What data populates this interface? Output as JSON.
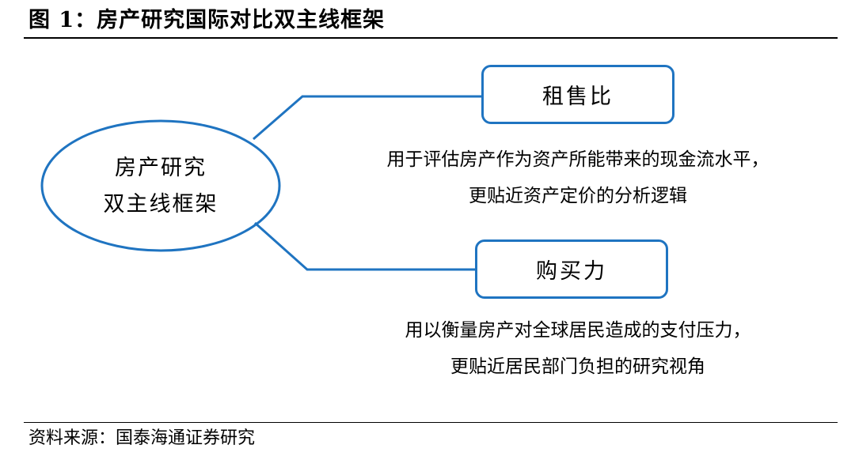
{
  "figure": {
    "title": "图 1：房产研究国际对比双主线框架"
  },
  "diagram": {
    "center": {
      "line1": "房产研究",
      "line2": "双主线框架"
    },
    "branches": [
      {
        "label": "租售比",
        "desc_line1": "用于评估房产作为资产所能带来的现金流水平，",
        "desc_line2": "更贴近资产定价的分析逻辑"
      },
      {
        "label": "购买力",
        "desc_line1": "用以衡量房产对全球居民造成的支付压力，",
        "desc_line2": "更贴近居民部门负担的研究视角"
      }
    ],
    "colors": {
      "accent": "#1f74c1",
      "text": "#000000"
    }
  },
  "source": {
    "text": "资料来源：国泰海通证券研究"
  }
}
